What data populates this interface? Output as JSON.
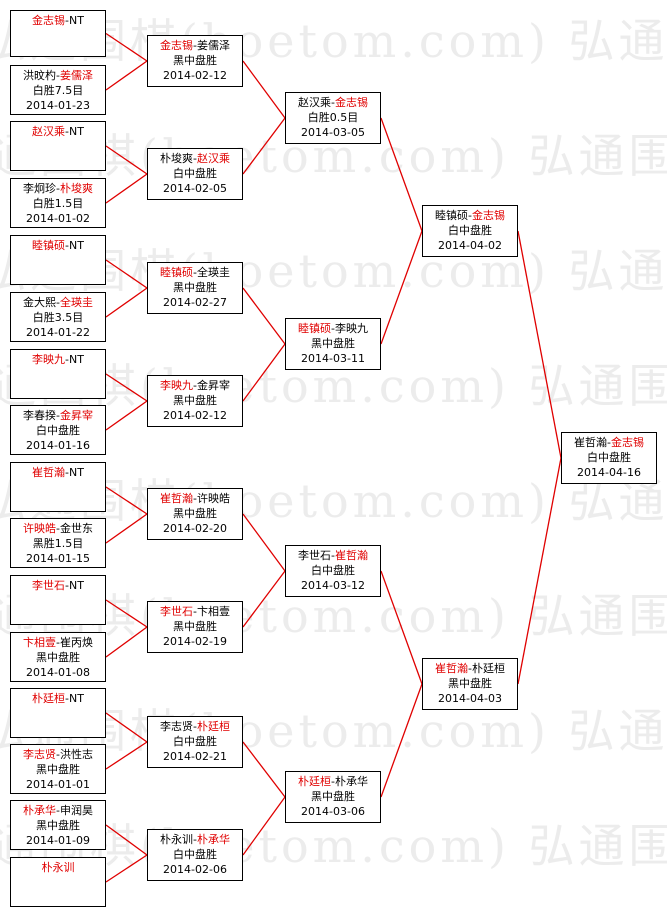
{
  "watermark": "弘通围棋(hoetom.com)",
  "colors": {
    "winner": "#e00000",
    "line": "#e00000",
    "text": "#000000"
  },
  "rounds": {
    "r1": [
      {
        "p1": "金志锡",
        "p2": "NT",
        "win": 1,
        "result": "",
        "date": ""
      },
      {
        "p1": "洪旼杓",
        "p2": "姜儒泽",
        "win": 2,
        "result": "白胜7.5目",
        "date": "2014-01-23"
      },
      {
        "p1": "赵汉乘",
        "p2": "NT",
        "win": 1,
        "result": "",
        "date": ""
      },
      {
        "p1": "李炯珍",
        "p2": "朴埈爽",
        "win": 2,
        "result": "白胜1.5目",
        "date": "2014-01-02"
      },
      {
        "p1": "睦镇硕",
        "p2": "NT",
        "win": 1,
        "result": "",
        "date": ""
      },
      {
        "p1": "金大熙",
        "p2": "全瑛圭",
        "win": 2,
        "result": "白胜3.5目",
        "date": "2014-01-22"
      },
      {
        "p1": "李映九",
        "p2": "NT",
        "win": 1,
        "result": "",
        "date": ""
      },
      {
        "p1": "李春揆",
        "p2": "金昇宰",
        "win": 2,
        "result": "白中盘胜",
        "date": "2014-01-16"
      },
      {
        "p1": "崔哲瀚",
        "p2": "NT",
        "win": 1,
        "result": "",
        "date": ""
      },
      {
        "p1": "许映皓",
        "p2": "金世东",
        "win": 1,
        "result": "黑胜1.5目",
        "date": "2014-01-15"
      },
      {
        "p1": "李世石",
        "p2": "NT",
        "win": 1,
        "result": "",
        "date": ""
      },
      {
        "p1": "卞相壹",
        "p2": "崔丙焕",
        "win": 1,
        "result": "黑中盘胜",
        "date": "2014-01-08"
      },
      {
        "p1": "朴廷桓",
        "p2": "NT",
        "win": 1,
        "result": "",
        "date": ""
      },
      {
        "p1": "李志贤",
        "p2": "洪性志",
        "win": 1,
        "result": "黑中盘胜",
        "date": "2014-01-01"
      },
      {
        "p1": "朴承华",
        "p2": "申润昊",
        "win": 1,
        "result": "黑中盘胜",
        "date": "2014-01-09"
      },
      {
        "p1": "朴永训",
        "p2": "",
        "win": 1,
        "result": "",
        "date": ""
      }
    ],
    "r2": [
      {
        "p1": "金志锡",
        "p2": "姜儒泽",
        "win": 1,
        "result": "黑中盘胜",
        "date": "2014-02-12"
      },
      {
        "p1": "朴埈爽",
        "p2": "赵汉乘",
        "win": 2,
        "result": "白中盘胜",
        "date": "2014-02-05"
      },
      {
        "p1": "睦镇硕",
        "p2": "全瑛圭",
        "win": 1,
        "result": "黑中盘胜",
        "date": "2014-02-27"
      },
      {
        "p1": "李映九",
        "p2": "金昇宰",
        "win": 1,
        "result": "黑中盘胜",
        "date": "2014-02-12"
      },
      {
        "p1": "崔哲瀚",
        "p2": "许映皓",
        "win": 1,
        "result": "黑中盘胜",
        "date": "2014-02-20"
      },
      {
        "p1": "李世石",
        "p2": "卞相壹",
        "win": 1,
        "result": "黑中盘胜",
        "date": "2014-02-19"
      },
      {
        "p1": "李志贤",
        "p2": "朴廷桓",
        "win": 2,
        "result": "白中盘胜",
        "date": "2014-02-21"
      },
      {
        "p1": "朴永训",
        "p2": "朴承华",
        "win": 2,
        "result": "白中盘胜",
        "date": "2014-02-06"
      }
    ],
    "r3": [
      {
        "p1": "赵汉乘",
        "p2": "金志锡",
        "win": 2,
        "result": "白胜0.5目",
        "date": "2014-03-05"
      },
      {
        "p1": "睦镇硕",
        "p2": "李映九",
        "win": 1,
        "result": "黑中盘胜",
        "date": "2014-03-11"
      },
      {
        "p1": "李世石",
        "p2": "崔哲瀚",
        "win": 2,
        "result": "白中盘胜",
        "date": "2014-03-12"
      },
      {
        "p1": "朴廷桓",
        "p2": "朴承华",
        "win": 1,
        "result": "黑中盘胜",
        "date": "2014-03-06"
      }
    ],
    "r4": [
      {
        "p1": "睦镇硕",
        "p2": "金志锡",
        "win": 2,
        "result": "白中盘胜",
        "date": "2014-04-02"
      },
      {
        "p1": "崔哲瀚",
        "p2": "朴廷桓",
        "win": 1,
        "result": "黑中盘胜",
        "date": "2014-04-03"
      }
    ],
    "r5": [
      {
        "p1": "崔哲瀚",
        "p2": "金志锡",
        "win": 2,
        "result": "白中盘胜",
        "date": "2014-04-16"
      }
    ]
  }
}
